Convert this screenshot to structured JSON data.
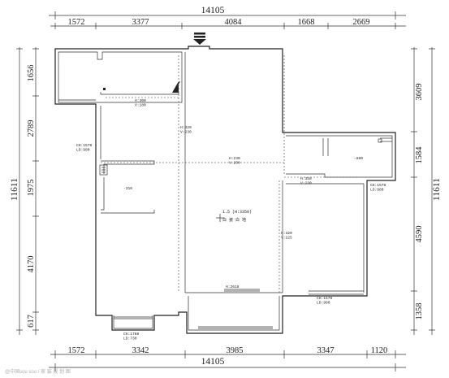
{
  "dimensions": {
    "top_total": "14105",
    "top_segments": [
      "1572",
      "3377",
      "4084",
      "1668",
      "2669"
    ],
    "bottom_total": "14105",
    "bottom_segments": [
      "1572",
      "3342",
      "3985",
      "3347",
      "1120"
    ],
    "left_total": "11611",
    "left_segments": [
      "1656",
      "2789",
      "1975",
      "4170",
      "617"
    ],
    "right_total": "11611",
    "right_segments": [
      "3609",
      "1584",
      "4590",
      "1358"
    ]
  },
  "annotations": {
    "ceiling_label": "1.5 (H:3350)",
    "floor_label": "白 瓷 白 地",
    "room_labels": [
      "H:300\nV:180",
      "H:320\nV:230",
      "H:230\nV:200",
      "H:350\nV:230",
      "H:320\nV:225",
      "H:2618",
      "-310",
      "-880",
      "CH:1570\nLD:980",
      "CH:1570\nLD:980",
      "CH:1570\nLD:980",
      "CH:1760\nLD:730"
    ]
  },
  "watermark": "@中国sou sou / 家 装 规 划 图",
  "colors": {
    "line": "#222222",
    "background": "#ffffff"
  }
}
